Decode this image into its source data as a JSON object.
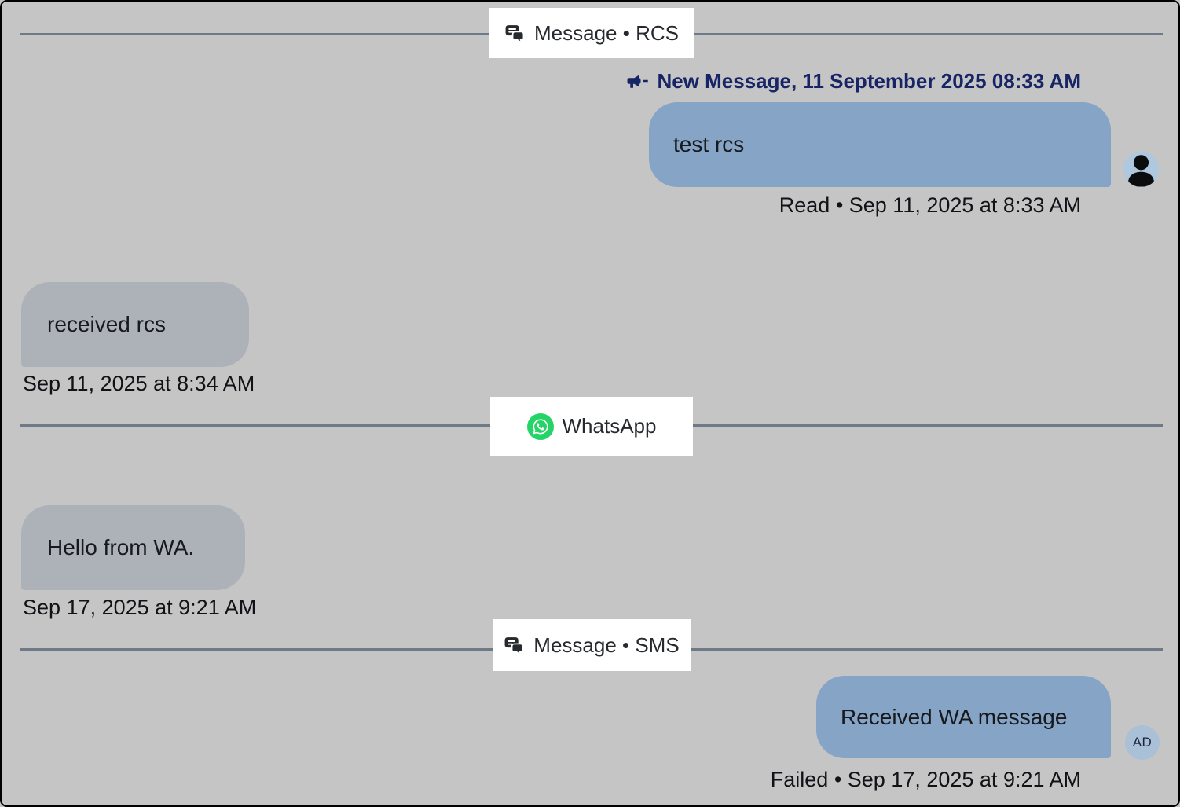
{
  "theme": {
    "canvas_bg": "#c5c5c5",
    "divider_line": "#6e7b87",
    "chip_bg": "#ffffff",
    "outgoing_bubble": "#86a4c6",
    "incoming_bubble": "#adb1b8",
    "header_navy": "#172465",
    "text_dark": "#17191c",
    "avatar_person_bg": "#aec8df",
    "avatar_initials_bg": "#a9c0d6",
    "whatsapp_green": "#25d366"
  },
  "dividers": [
    {
      "id": "rcs",
      "icon": "chat-bubbles-icon",
      "label": "Message • RCS"
    },
    {
      "id": "whatsapp",
      "icon": "whatsapp-icon",
      "label": "WhatsApp"
    },
    {
      "id": "sms",
      "icon": "chat-bubbles-icon",
      "label": "Message • SMS"
    }
  ],
  "session_header": {
    "icon": "megaphone-icon",
    "label": "New Message, 11 September 2025 08:33 AM"
  },
  "messages": [
    {
      "direction": "outgoing",
      "text": "test rcs",
      "status": "Read • Sep 11, 2025 at 8:33 AM",
      "avatar": {
        "type": "person-icon"
      }
    },
    {
      "direction": "incoming",
      "text": "received rcs",
      "timestamp": "Sep 11, 2025 at 8:34 AM"
    },
    {
      "direction": "incoming",
      "text": "Hello from WA.",
      "timestamp": "Sep 17, 2025 at 9:21 AM"
    },
    {
      "direction": "outgoing",
      "text": "Received WA message",
      "status": "Failed • Sep 17, 2025 at 9:21 AM",
      "avatar": {
        "type": "initials",
        "initials": "AD"
      }
    }
  ]
}
